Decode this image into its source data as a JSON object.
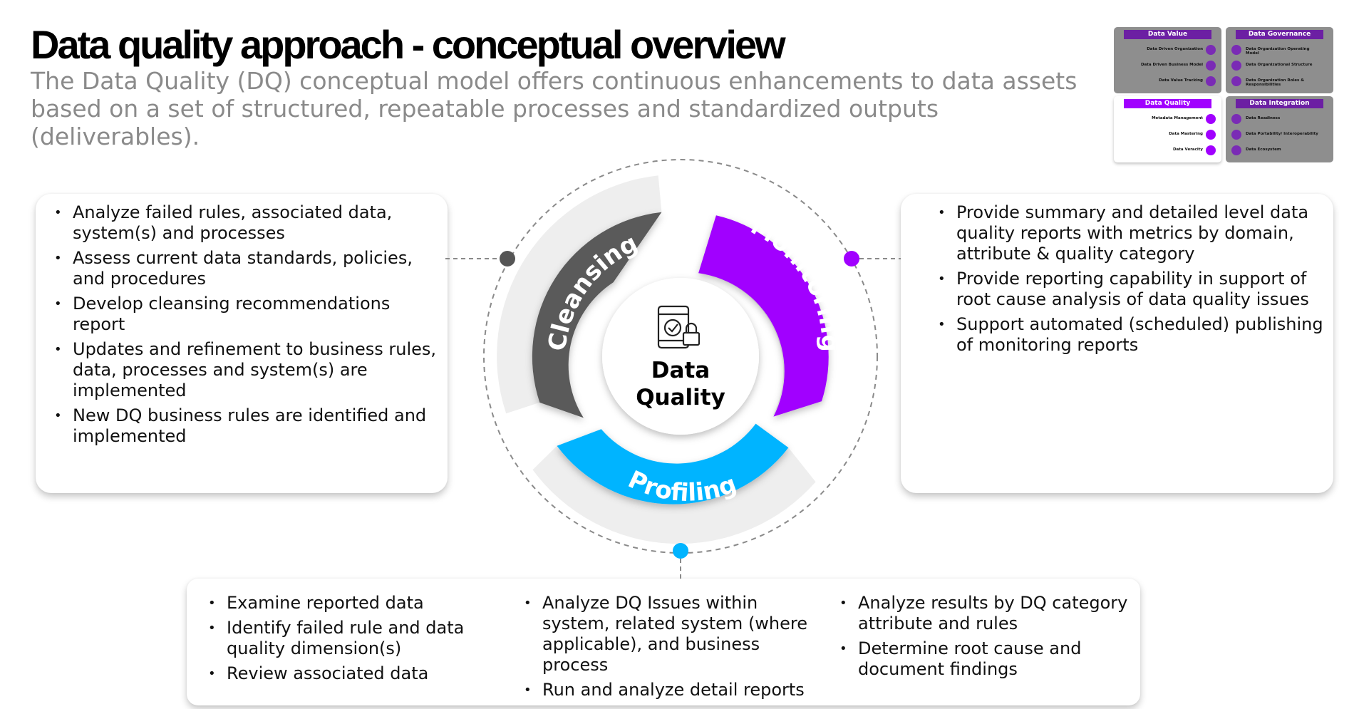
{
  "page": {
    "title": "Data quality approach - conceptual overview",
    "subtitle": "The Data Quality (DQ) conceptual model offers continuous enhancements to data assets based on a set of structured, repeatable processes and standardized outputs (deliverables)."
  },
  "cycle": {
    "center": [
      "Data",
      "Quality"
    ],
    "segments": [
      {
        "label": "Cleansing",
        "color": "#5a5a5a"
      },
      {
        "label": "Monitoring",
        "color": "#a100ff"
      },
      {
        "label": "Profiling",
        "color": "#00b4ff"
      }
    ],
    "connector_colors": {
      "cleansing": "#555555",
      "monitoring": "#a100ff",
      "profiling": "#00b4ff"
    },
    "center_icon": "tablet-check-lock-icon"
  },
  "left_card": {
    "bullets": [
      "Analyze failed rules, associated data, system(s) and processes",
      "Assess current data standards, policies, and procedures",
      "Develop cleansing recommendations report",
      "Updates and refinement to business rules, data, processes and system(s) are implemented",
      "New DQ business rules are identified and implemented"
    ]
  },
  "right_card": {
    "bullets": [
      "Provide summary and detailed level data quality reports with metrics by domain, attribute & quality category",
      "Provide reporting capability in support of root cause analysis of data quality issues",
      "Support automated (scheduled) publishing of monitoring reports"
    ]
  },
  "bottom_card": {
    "columns": [
      [
        "Examine reported data",
        "Identify failed rule and data quality dimension(s)",
        "Review associated data"
      ],
      [
        "Analyze DQ Issues within system, related system (where applicable), and business process",
        "Run and analyze detail reports"
      ],
      [
        "Analyze results by DQ category attribute and rules",
        "Determine root cause and document findings"
      ]
    ]
  },
  "thumbnail": {
    "quadrants": [
      {
        "title": "Data Value",
        "items": [
          "Data Driven Organization",
          "Data Driven Business Model",
          "Data Value Tracking"
        ]
      },
      {
        "title": "Data Governance",
        "items": [
          "Data Organization Operating Model",
          "Data Organizational Structure",
          "Data Organization Roles & Responsibilities"
        ]
      },
      {
        "title": "Data Quality",
        "items": [
          "Metadata Management",
          "Data Mastering",
          "Data Veracity"
        ]
      },
      {
        "title": "Data Integration",
        "items": [
          "Data Readiness",
          "Data Portability/ Interoperability",
          "Data Ecosystem"
        ]
      }
    ]
  }
}
